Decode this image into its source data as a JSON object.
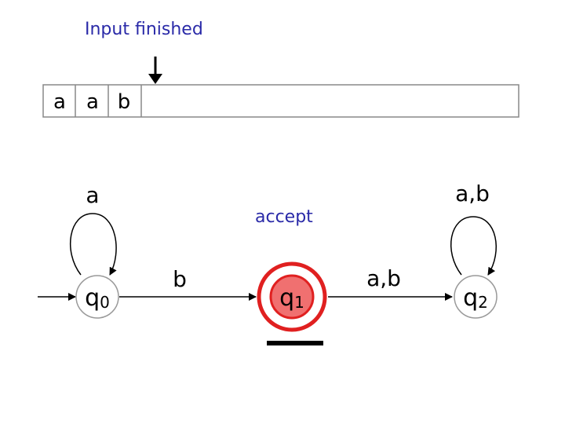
{
  "status_caption": "Input finished",
  "accept_caption": "accept",
  "tape": {
    "cells": [
      "a",
      "a",
      "b"
    ]
  },
  "states": [
    {
      "id": "q0",
      "name": "q",
      "sub": "0",
      "initial": true,
      "accepting": false,
      "active": false
    },
    {
      "id": "q1",
      "name": "q",
      "sub": "1",
      "initial": false,
      "accepting": true,
      "active": true
    },
    {
      "id": "q2",
      "name": "q",
      "sub": "2",
      "initial": false,
      "accepting": false,
      "active": false
    }
  ],
  "transitions": {
    "q0_loop": "a",
    "q0_to_q1": "b",
    "q1_to_q2": "a,b",
    "q2_loop": "a,b"
  },
  "colors": {
    "accept_fill": "#f07070",
    "accept_ring": "#e02020",
    "caption": "#2a2aa8",
    "line": "#000000"
  }
}
